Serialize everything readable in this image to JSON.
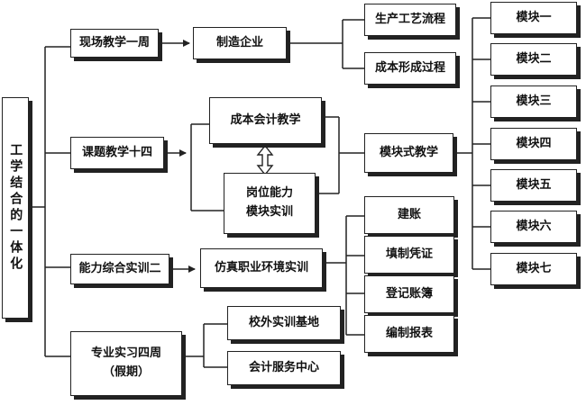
{
  "root": "工学结合的一体化",
  "level1": {
    "field_teaching": "现场教学一周",
    "project_teaching": "课题教学十四",
    "skills_training": "能力综合实训二",
    "internship": "专业实习四周\n（假期）"
  },
  "manufacturing": "制造企业",
  "production_flow": "生产工艺流程",
  "cost_formation": "成本形成过程",
  "cost_accounting": "成本会计教学",
  "post_ability": "岗位能力\n模块实训",
  "modular_teaching": "模块式教学",
  "modules": [
    "模块一",
    "模块二",
    "模块三",
    "模块四",
    "模块五",
    "模块六",
    "模块七"
  ],
  "simulation": "仿真职业环境实训",
  "practice_steps": [
    "建账",
    "填制凭证",
    "登记账簿",
    "编制报表"
  ],
  "campus_base": "校外实训基地",
  "accounting_center": "会计服务中心"
}
